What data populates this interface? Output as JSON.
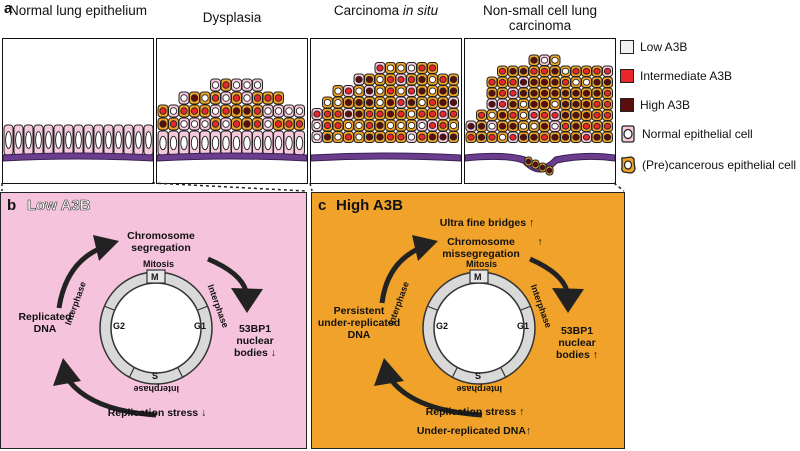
{
  "panel_a": {
    "letter": "a",
    "stages": [
      {
        "title": "Normal lung epithelium"
      },
      {
        "title": "Dysplasia"
      },
      {
        "title_main": "Carcinoma ",
        "title_italic": "in situ"
      },
      {
        "title": "Non-small cell lung carcinoma"
      }
    ],
    "legend": [
      {
        "label": "Low A3B",
        "color": "#f2f2f2"
      },
      {
        "label": "Intermediate A3B",
        "color": "#e8262b"
      },
      {
        "label": "High A3B",
        "color": "#5c0d0d"
      },
      {
        "label": "Normal epithelial cell",
        "color": "#f6c9dc"
      },
      {
        "label": "(Pre)cancerous epithelial cell",
        "color": "#f0a52a"
      }
    ]
  },
  "panel_b": {
    "letter": "b",
    "title": "Low A3B",
    "background": "#f6c3dc",
    "chromosome_segregation": "Chromosome segregation",
    "replicated_dna": "Replicated DNA",
    "nuclear_bodies": "53BP1 nuclear bodies",
    "nuclear_bodies_arrow": "↓",
    "replication_stress": "Replication stress",
    "replication_stress_arrow": "↓",
    "phases": {
      "mitosis": "Mitosis",
      "interphase_left": "Interphase",
      "interphase_right": "Interphase",
      "interphase_bottom": "Interphase",
      "m": "M",
      "g1": "G1",
      "g2": "G2",
      "s": "S"
    }
  },
  "panel_c": {
    "letter": "c",
    "title": "High A3B",
    "background": "#f0a22a",
    "ultra_fine_bridges": "Ultra fine bridges",
    "ultra_fine_bridges_arrow": "↑",
    "chromosome_missegregation": "Chromosome missegregation",
    "chromosome_missegregation_arrow": "↑",
    "persistent_dna": "Persistent under-replicated DNA",
    "nuclear_bodies": "53BP1 nuclear bodies",
    "nuclear_bodies_arrow": "↑",
    "replication_stress": "Replication stress",
    "replication_stress_arrow": "↑",
    "under_replicated": "Under-replicated DNA",
    "under_replicated_arrow": "↑",
    "phases": {
      "mitosis": "Mitosis",
      "interphase_left": "Interphase",
      "interphase_right": "Interphase",
      "interphase_bottom": "Interphase",
      "m": "M",
      "g1": "G1",
      "g2": "G2",
      "s": "S"
    }
  }
}
